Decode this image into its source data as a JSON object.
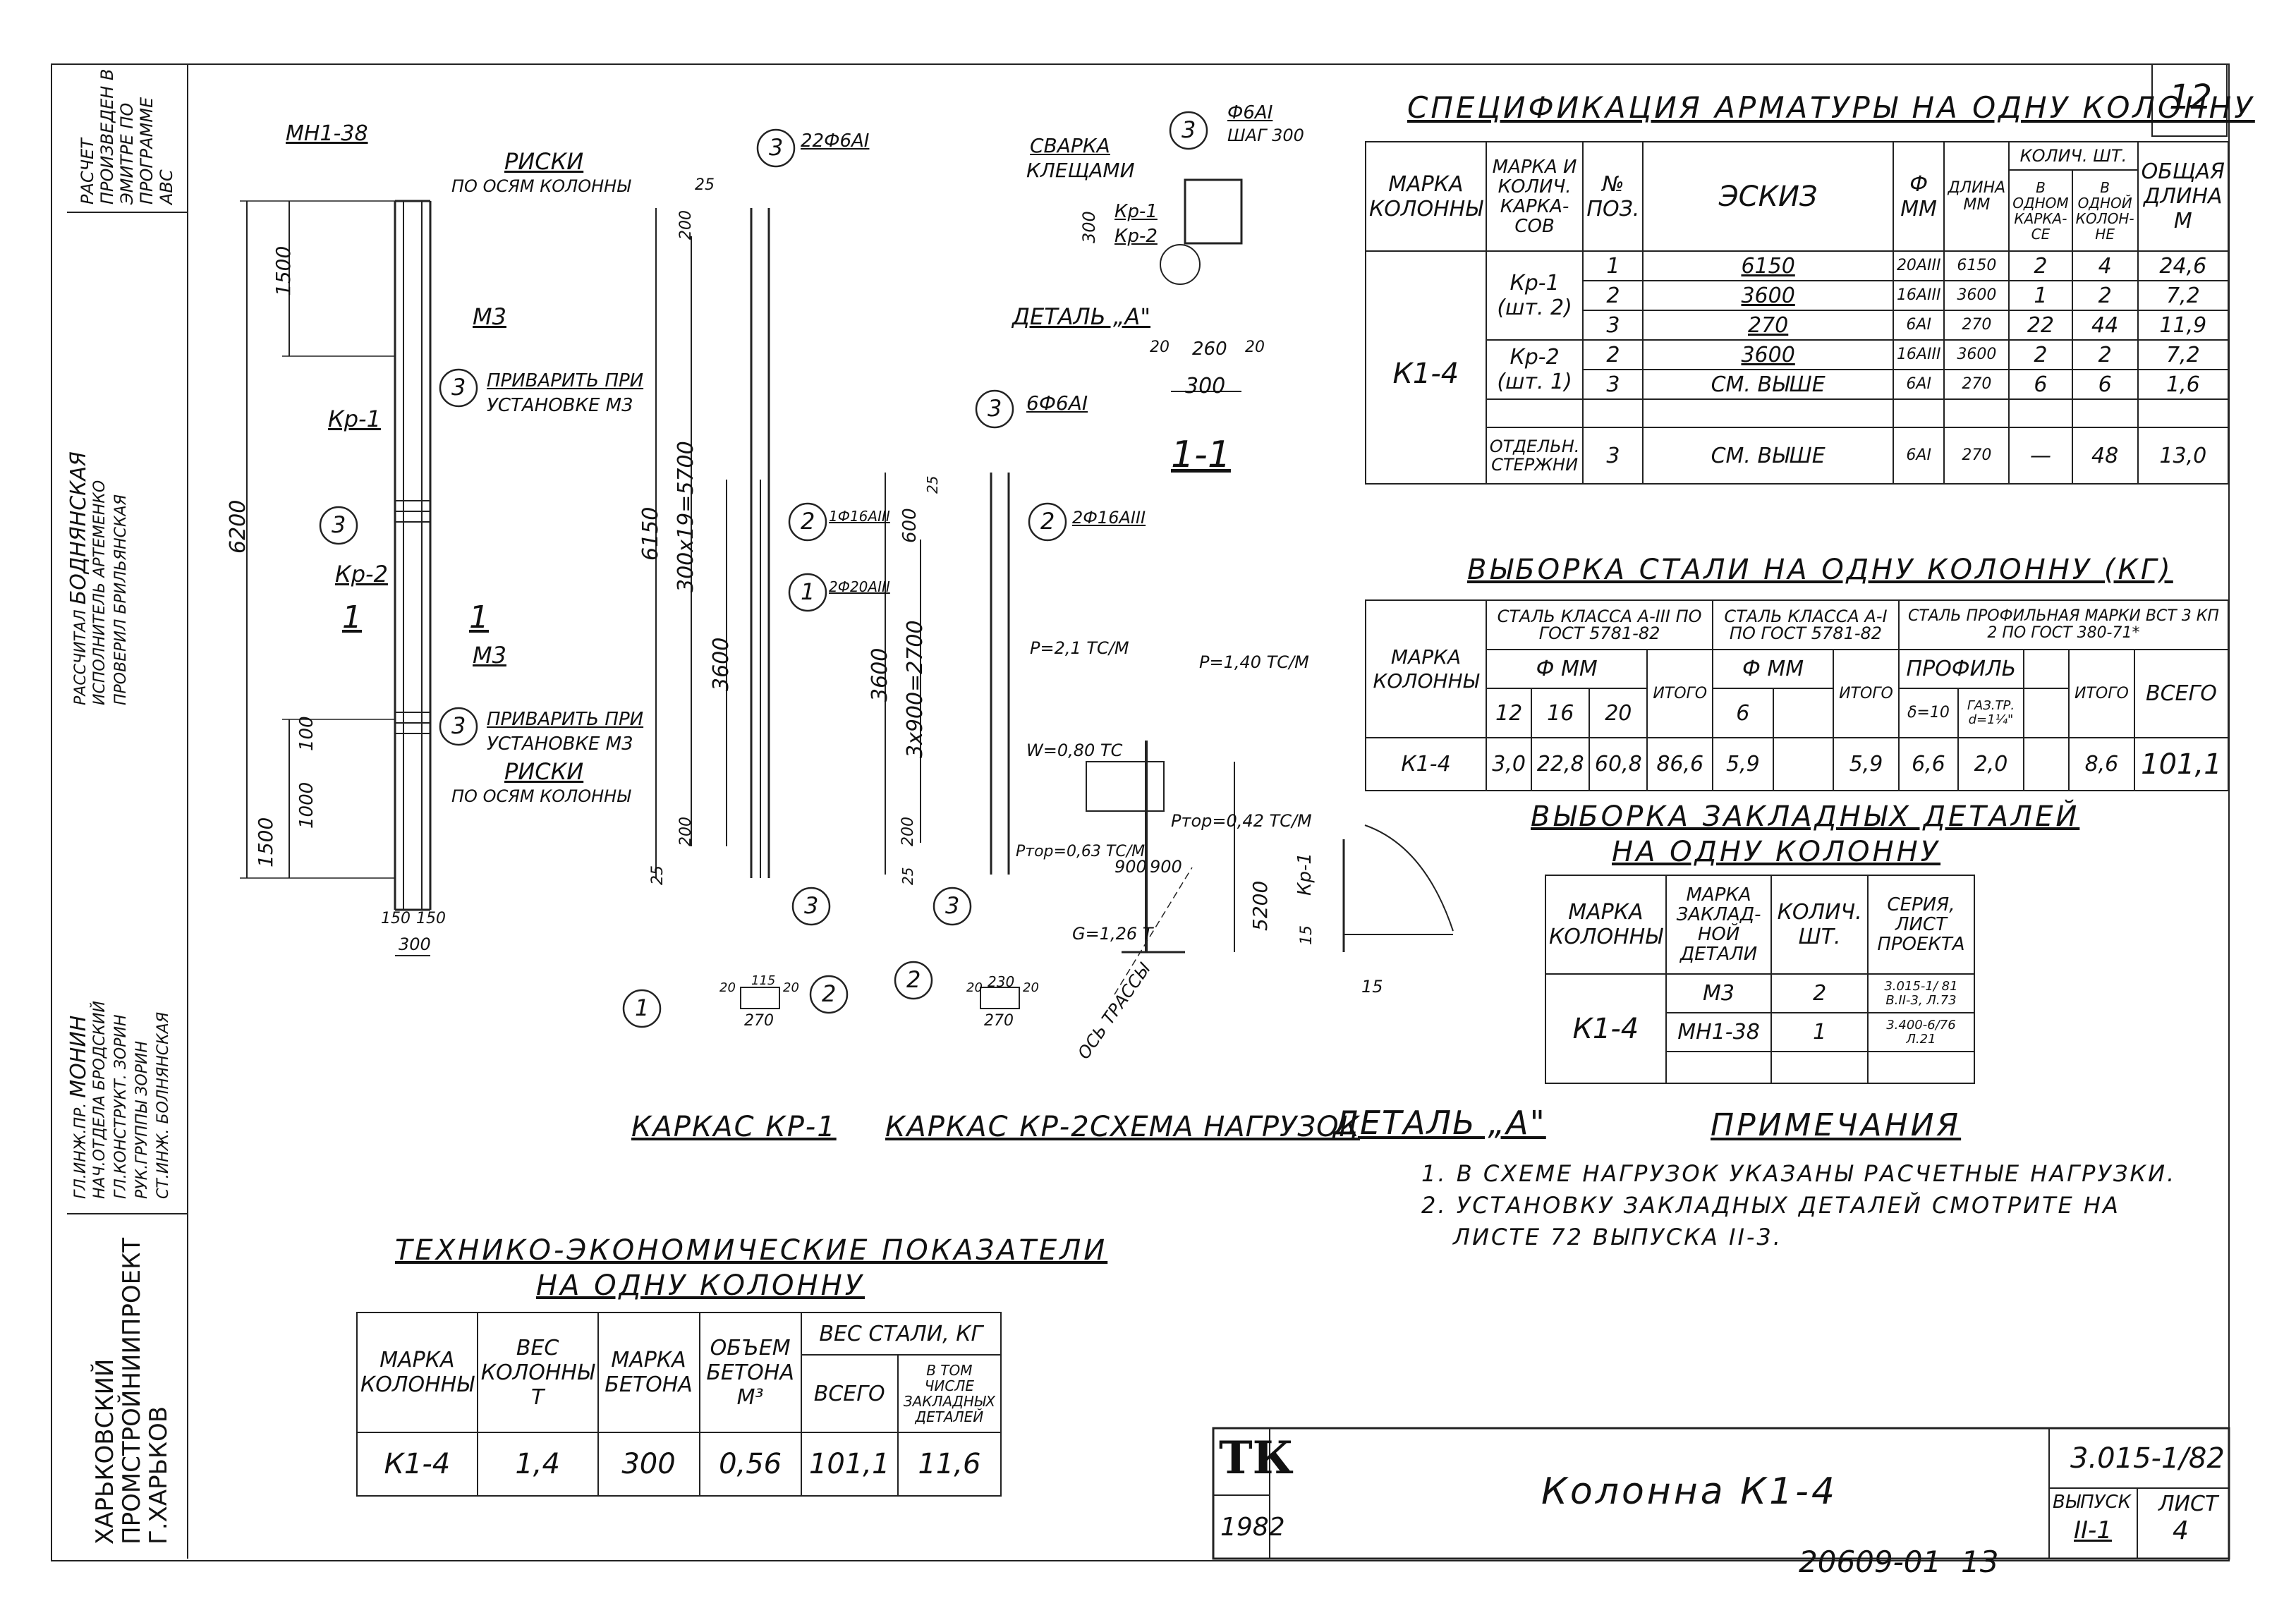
{
  "sheet_number": "12",
  "stamp_column": {
    "calc_top": "РАСЧЕТ ПРОИЗВЕДЕН В ЭМИТРЕ ПО ПРОГРАММЕ АВС",
    "rows": [
      {
        "role": "РАССЧИТАЛ",
        "name": "БОДНЯНСКАЯ"
      },
      {
        "role": "ИСПОЛНИТЕЛЬ",
        "name": "АРТЕМЕНКО"
      },
      {
        "role": "ПРОВЕРИЛ",
        "name": "БРИЛЬЯНСКАЯ"
      },
      {
        "role": "ГЛ.ИНЖ.ПР.",
        "name": "МОНИН"
      },
      {
        "role": "НАЧ.ОТДЕЛА",
        "name": "БРОДСКИЙ"
      },
      {
        "role": "ГЛ.КОНСТРУКТ.",
        "name": "ЗОРИН"
      },
      {
        "role": "РУК.ГРУППЫ",
        "name": "ЗОРИН"
      },
      {
        "role": "СТ.ИНЖ.",
        "name": "БОЛНЯНСКАЯ"
      }
    ],
    "org": "ХАРЬКОВСКИЙ ПРОМСТРОЙНИИПРОЕКТ Г.ХАРЬКОВ"
  },
  "spec_table": {
    "title": "СПЕЦИФИКАЦИЯ АРМАТУРЫ НА ОДНУ КОЛОННУ",
    "headers": {
      "mark": "МАРКА КОЛОННЫ",
      "frame": "МАРКА И КОЛИЧ. КАРКА-СОВ",
      "pos": "№ ПОЗ.",
      "sketch": "ЭСКИЗ",
      "dia": "Ф ММ",
      "len": "ДЛИНА ММ",
      "qty": "КОЛИЧ. ШТ.",
      "qty_frame": "В ОДНОМ КАРКА-СЕ",
      "qty_col": "В ОДНОЙ КОЛОН-НЕ",
      "total": "ОБЩАЯ ДЛИНА М"
    },
    "column_mark": "К1-4",
    "rows": [
      {
        "frame": "Кр-1 (шт. 2)",
        "pos": "1",
        "sketch": "6150",
        "dia": "20АIII",
        "len": "6150",
        "qf": "2",
        "qc": "4",
        "total": "24,6"
      },
      {
        "frame": "",
        "pos": "2",
        "sketch": "3600",
        "dia": "16АIII",
        "len": "3600",
        "qf": "1",
        "qc": "2",
        "total": "7,2"
      },
      {
        "frame": "",
        "pos": "3",
        "sketch": "270",
        "dia": "6АI",
        "len": "270",
        "qf": "22",
        "qc": "44",
        "total": "11,9"
      },
      {
        "frame": "Кр-2 (шт. 1)",
        "pos": "2",
        "sketch": "3600",
        "dia": "16АIII",
        "len": "3600",
        "qf": "2",
        "qc": "2",
        "total": "7,2"
      },
      {
        "frame": "",
        "pos": "3",
        "sketch": "СМ. ВЫШЕ",
        "dia": "6АI",
        "len": "270",
        "qf": "6",
        "qc": "6",
        "total": "1,6"
      },
      {
        "frame": "ОТДЕЛЬН. СТЕРЖНИ",
        "pos": "3",
        "sketch": "СМ. ВЫШЕ",
        "dia": "6АI",
        "len": "270",
        "qf": "—",
        "qc": "48",
        "total": "13,0"
      }
    ]
  },
  "steel_table": {
    "title": "ВЫБОРКА СТАЛИ НА ОДНУ КОЛОННУ (КГ)",
    "mark": "МАРКА КОЛОННЫ",
    "g1": "СТАЛЬ КЛАССА А-III ПО ГОСТ 5781-82",
    "g2": "СТАЛЬ КЛАССА А-I ПО ГОСТ 5781-82",
    "g3": "СТАЛЬ ПРОФИЛЬНАЯ МАРКИ ВСТ 3 КП 2 ПО ГОСТ 380-71*",
    "phi": "Ф ММ",
    "profile": "ПРОФИЛЬ",
    "itogo": "ИТОГО",
    "vsego": "ВСЕГО",
    "sub": [
      "12",
      "16",
      "20",
      "6",
      "δ=10",
      "ГАЗ.ТР. d=1¼\""
    ],
    "row": {
      "mark": "К1-4",
      "v12": "3,0",
      "v16": "22,8",
      "v20": "60,8",
      "it1": "86,6",
      "v6": "5,9",
      "it2": "5,9",
      "pd": "6,6",
      "pg": "2,0",
      "it3": "8,6",
      "all": "101,1"
    }
  },
  "embed_table": {
    "title1": "ВЫБОРКА ЗАКЛАДНЫХ ДЕТАЛЕЙ",
    "title2": "НА ОДНУ КОЛОННУ",
    "h_mark": "МАРКА КОЛОННЫ",
    "h_part": "МАРКА ЗАКЛАД-НОЙ ДЕТАЛИ",
    "h_qty": "КОЛИЧ. ШТ.",
    "h_series": "СЕРИЯ, ЛИСТ ПРОЕКТА",
    "mark": "К1-4",
    "rows": [
      {
        "part": "М3",
        "qty": "2",
        "series": "3.015-1/ 81 В.II-3, Л.73"
      },
      {
        "part": "МН1-38",
        "qty": "1",
        "series": "3.400-6/76 Л.21"
      }
    ]
  },
  "notes": {
    "title": "ПРИМЕЧАНИЯ",
    "items": [
      "1. В СХЕМЕ НАГРУЗОК УКАЗАНЫ РАСЧЕТНЫЕ НАГРУЗКИ.",
      "2. УСТАНОВКУ ЗАКЛАДНЫХ ДЕТАЛЕЙ СМОТРИТЕ НА",
      "ЛИСТЕ 72 ВЫПУСКА II-3."
    ]
  },
  "tech_table": {
    "title1": "ТЕХНИКО-ЭКОНОМИЧЕСКИЕ ПОКАЗАТЕЛИ",
    "title2": "НА ОДНУ КОЛОННУ",
    "h": [
      "МАРКА КОЛОННЫ",
      "ВЕС КОЛОННЫ Т",
      "МАРКА БЕТОНА",
      "ОБЪЕМ БЕТОНА М³",
      "ВЕС СТАЛИ, КГ",
      "ВСЕГО",
      "В ТОМ ЧИСЛЕ ЗАКЛАДНЫХ ДЕТАЛЕЙ"
    ],
    "row": [
      "К1-4",
      "1,4",
      "300",
      "0,56",
      "101,1",
      "11,6"
    ]
  },
  "captions": {
    "kr1": "КАРКАС КР-1",
    "kr2": "КАРКАС КР-2",
    "loads": "СХЕМА НАГРУЗОК",
    "detail": "ДЕТАЛЬ „А\"",
    "section": "1-1"
  },
  "drawing_labels": {
    "mn": "МН1-38",
    "riski": "РИСКИ",
    "riski_sub": "ПО ОСЯМ КОЛОННЫ",
    "m3": "М3",
    "weld": "ПРИВАРИТЬ ПРИ",
    "weld_sub": "УСТАНОВКЕ М3",
    "kr1": "Кр-1",
    "kr2": "Кр-2",
    "d1500": "1500",
    "d6200": "6200",
    "d100": "100",
    "d1000": "1000",
    "d150": "150",
    "d300": "300",
    "sec1": "1",
    "bubble3": "3",
    "bubble2": "2",
    "bubble1": "1",
    "kr1_top": "22Ф6АI",
    "kr1_2": "1Ф16АIII",
    "kr1_1": "2Ф20АIII",
    "d6150": "6150",
    "d5700": "300х19=5700",
    "d3600": "3600",
    "d25": "25",
    "d200": "200",
    "kr2_top": "6Ф6АI",
    "kr2_2": "2Ф16АIII",
    "d600": "600",
    "d2700": "3х900=2700",
    "d20": "20",
    "d115": "115",
    "d270": "270",
    "d230": "230",
    "sec_weld": "СВАРКА",
    "sec_weld2": "КЛЕЩАМИ",
    "sec_top": "Ф6АI",
    "sec_step": "ШАГ 300",
    "detail_a": "ДЕТАЛЬ „А\"",
    "d260": "260",
    "p1": "Р=2,1 ТС/М",
    "p2": "Р=1,40 ТС/М",
    "w": "W=0,80 ТС",
    "ptor1": "Ртор=0,63 ТС/М",
    "ptor2": "Ртор=0,42 ТС/М",
    "g": "G=1,26 Т",
    "d900a": "900",
    "d900b": "900",
    "d5200": "5200",
    "axis": "ОСЬ ТРАССЫ",
    "d15a": "15",
    "d15b": "15"
  },
  "titleblock": {
    "logo": "ТК",
    "year": "1982",
    "name": "Колонна К1-4",
    "code": "3.015-1/82",
    "issue_label": "ВЫПУСК",
    "issue": "II-1",
    "sheet_label": "ЛИСТ",
    "sheet": "4"
  },
  "footer": {
    "archive": "20609-01",
    "page": "13"
  }
}
